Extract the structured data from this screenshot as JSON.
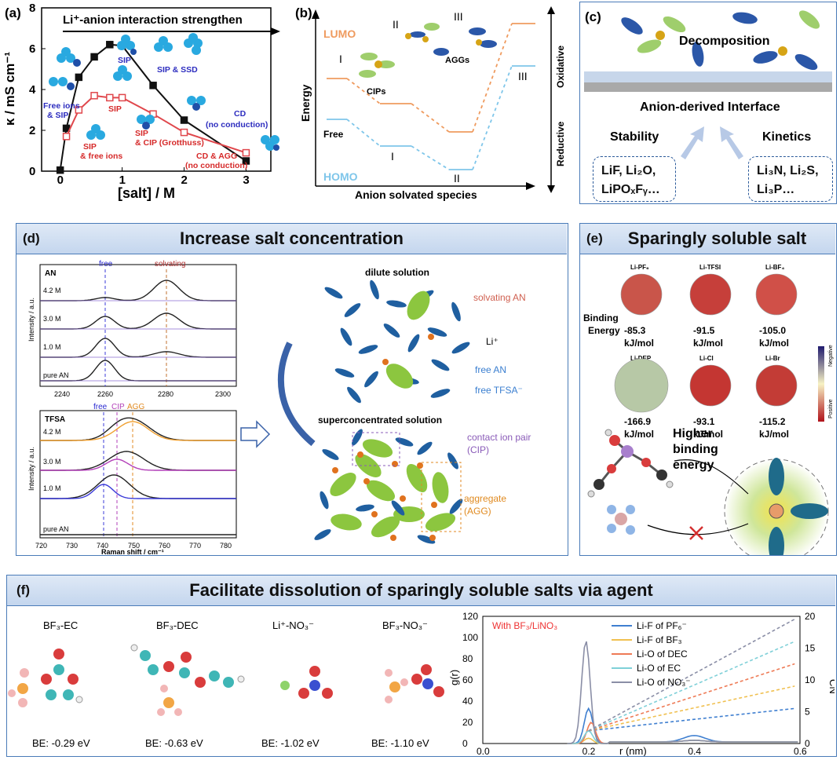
{
  "panel_a": {
    "label": "(a)",
    "arrow_text": "Li⁺-anion interaction strengthen",
    "ylabel": "κ / mS cm⁻¹",
    "xlabel": "[salt] / M",
    "annotations": {
      "free_ions": "Free ions",
      "free_ions_2": "& SIP",
      "sip_top": "SIP",
      "sip_ssd": "SIP & SSD",
      "sip_red": "SIP",
      "cd": "CD",
      "cd_2": "(no conduction)",
      "sip_free": "SIP",
      "sip_free_2": "& free ions",
      "sip_cip": "SIP",
      "sip_cip_2": "& CIP (Grotthuss)",
      "cd_agg": "CD & AGG",
      "cd_agg_2": "(no conduction)"
    }
  },
  "chart_data": {
    "type": "line",
    "xlabel": "[salt] / M",
    "ylabel": "κ / mS cm⁻¹",
    "xlim": [
      -0.3,
      3.4
    ],
    "ylim": [
      0,
      8
    ],
    "xticks": [
      0,
      1,
      2,
      3
    ],
    "yticks": [
      0,
      2,
      4,
      6,
      8
    ],
    "series": [
      {
        "color": "#111111",
        "marker": "filled-square",
        "x": [
          0,
          0.1,
          0.3,
          0.55,
          0.8,
          1.0,
          1.5,
          2.0,
          3.0
        ],
        "y": [
          0.05,
          2.1,
          4.6,
          5.6,
          6.2,
          6.15,
          4.2,
          2.5,
          0.5
        ]
      },
      {
        "color": "#e0474c",
        "marker": "open-square",
        "x": [
          0.1,
          0.3,
          0.55,
          0.8,
          1.0,
          1.5,
          2.0,
          3.0
        ],
        "y": [
          1.7,
          3.0,
          3.7,
          3.6,
          3.6,
          2.8,
          1.9,
          0.9
        ]
      }
    ]
  },
  "panel_b": {
    "label": "(b)",
    "lumo": "LUMO",
    "homo": "HOMO",
    "energy": "Energy",
    "free": "Free",
    "cips": "CIPs",
    "aggs": "AGGs",
    "xlabel": "Anion solvated species",
    "oxidative": "Oxidative",
    "reductive": "Reductive",
    "roman1": "I",
    "roman2": "II",
    "roman3": "III"
  },
  "panel_c": {
    "label": "(c)",
    "decomposition": "Decomposition",
    "interface": "Anion-derived Interface",
    "stability": "Stability",
    "kinetics": "Kinetics",
    "stab_line1": "LiF, Li₂O,",
    "stab_line2": "LiPOₓFᵧ…",
    "kin_line1": "Li₃N, Li₂S,",
    "kin_line2": "Li₃P…"
  },
  "panel_d": {
    "label": "(d)",
    "title": "Increase salt concentration",
    "an_header": "AN",
    "tfsa_header": "TFSA",
    "free_label": "free",
    "solvating_label": "solvating",
    "free2": "free",
    "cip": "CIP",
    "agg": "AGG",
    "conc_top": [
      "4.2 M",
      "3.0 M",
      "1.0 M",
      "pure AN"
    ],
    "conc_bot": [
      "4.2 M",
      "3.0 M",
      "1.0 M",
      "pure AN"
    ],
    "yaxis": "Intensity / a.u.",
    "xticks_top": [
      "2240",
      "2260",
      "2280",
      "2300"
    ],
    "xticks_bot": [
      "720",
      "730",
      "740",
      "750",
      "760",
      "770",
      "780"
    ],
    "xlabel": "Raman shift / cm⁻¹",
    "dilute": "dilute solution",
    "solvating_an": "solvating AN",
    "li": "Li⁺",
    "free_an": "free AN",
    "free_tfsa": "free TFSA⁻",
    "superconc": "superconcentrated solution",
    "cip_text": "contact ion pair",
    "cip_text2": "(CIP)",
    "agg_text": "aggregate",
    "agg_text2": "(AGG)"
  },
  "panel_e": {
    "label": "(e)",
    "title": "Sparingly soluble salt",
    "binding": "Binding",
    "energy": "Energy",
    "salts": [
      {
        "name": "Li-PF₆",
        "value": "-85.3",
        "unit": "kJ/mol"
      },
      {
        "name": "Li-TFSI",
        "value": "-91.5",
        "unit": "kJ/mol"
      },
      {
        "name": "Li-BF₄",
        "value": "-105.0",
        "unit": "kJ/mol"
      },
      {
        "name": "Li-DEP",
        "value": "-166.9",
        "unit": "kJ/mol"
      },
      {
        "name": "Li-Cl",
        "value": "-93.1",
        "unit": "kJ/mol"
      },
      {
        "name": "Li-Br",
        "value": "-115.2",
        "unit": "kJ/mol"
      }
    ],
    "negative": "Negative",
    "positive": "Positive",
    "higher": "Higher",
    "higher2": "binding",
    "higher3": "energy"
  },
  "panel_f": {
    "label": "(f)",
    "title": "Facilitate dissolution of sparingly soluble salts via agent",
    "molecules": [
      {
        "name": "BF₃-EC",
        "be": "BE: -0.29 eV"
      },
      {
        "name": "BF₃-DEC",
        "be": "BE: -0.63 eV"
      },
      {
        "name": "Li⁺-NO₃⁻",
        "be": "BE: -1.02 eV"
      },
      {
        "name": "BF₃-NO₃⁻",
        "be": "BE: -1.10 eV"
      }
    ],
    "rdf_title": "With BF₃/LiNO₃",
    "ylabel": "g(r)",
    "y2label": "CN",
    "xlabel": "r (nm)",
    "yticks": [
      "0",
      "20",
      "40",
      "60",
      "80",
      "100",
      "120"
    ],
    "y2ticks": [
      "0",
      "5",
      "10",
      "15",
      "20"
    ],
    "xticks": [
      "0.0",
      "0.2",
      "0.4",
      "0.6"
    ],
    "legend": [
      {
        "label": "Li-F of PF₆⁻",
        "color": "#3f7fd0"
      },
      {
        "label": "Li-F of BF₃",
        "color": "#f0c050"
      },
      {
        "label": "Li-O of DEC",
        "color": "#ee7a55"
      },
      {
        "label": "Li-O of EC",
        "color": "#7fd0d8"
      },
      {
        "label": "Li-O of NO₃⁻",
        "color": "#8a8ea6"
      }
    ],
    "peaks": [
      {
        "r": 0.2,
        "g": 33,
        "color": "#3f7fd0"
      },
      {
        "r": 0.2,
        "g": 5,
        "color": "#f0c050"
      },
      {
        "r": 0.205,
        "g": 20,
        "color": "#ee7a55"
      },
      {
        "r": 0.2,
        "g": 12,
        "color": "#7fd0d8"
      },
      {
        "r": 0.195,
        "g": 97,
        "color": "#8a8ea6"
      }
    ]
  }
}
